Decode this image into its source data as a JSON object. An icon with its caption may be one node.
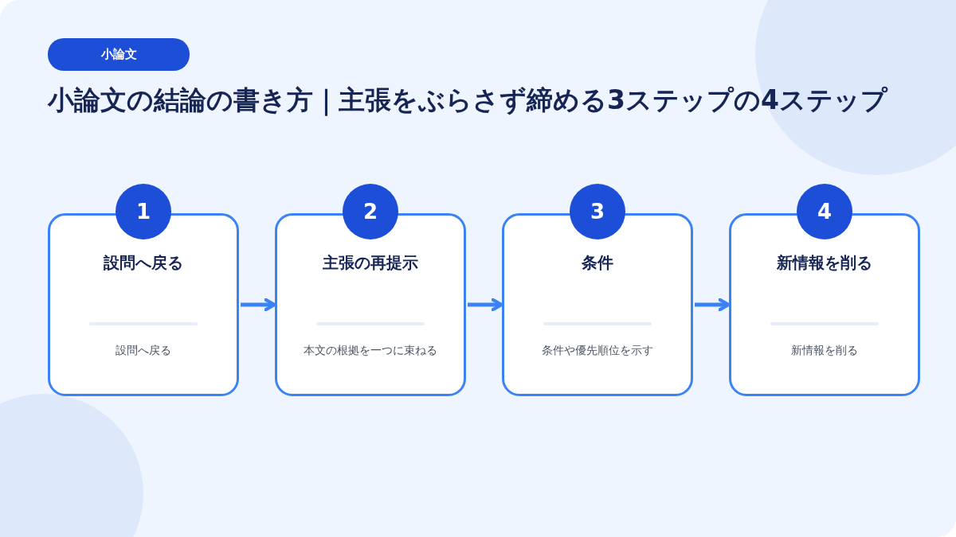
{
  "diagram": {
    "title": "小論文の結論の書き方｜主張をぶらさず締める3ステップの4ステップ",
    "nodes": [
      {
        "text": [
          "小論文"
        ]
      },
      {
        "text": [
          "1",
          "設問へ戻る",
          "設問へ戻る"
        ]
      },
      {
        "text": [
          "2",
          "主張の再提示",
          "本文の根拠を一つに束ねる"
        ]
      },
      {
        "text": [
          "3",
          "条件",
          "条件や優先順位を示す"
        ]
      },
      {
        "text": [
          "4",
          "新情報を削る",
          "新情報を削る"
        ]
      }
    ],
    "edges": [
      {
        "from": 1,
        "to": 2,
        "arrow": "to"
      },
      {
        "from": 2,
        "to": 3,
        "arrow": "to"
      },
      {
        "from": 3,
        "to": 4,
        "arrow": "to"
      }
    ]
  }
}
